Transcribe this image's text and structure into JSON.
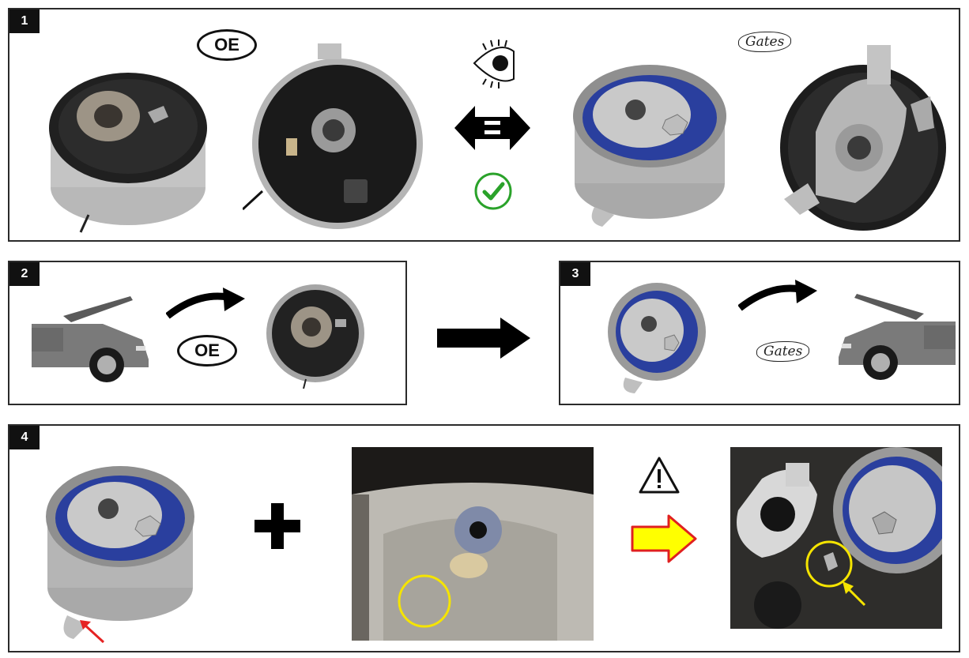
{
  "panels": [
    {
      "number": "1"
    },
    {
      "number": "2"
    },
    {
      "number": "3"
    },
    {
      "number": "4"
    }
  ],
  "badges": {
    "oe": "OE",
    "gates": "Gates"
  },
  "icons": {
    "eye": "eye-icon",
    "equal_arrow": "double-arrow-equal-icon",
    "check": "check-circle-icon",
    "right_arrow": "right-arrow-icon",
    "curved_arrow": "curved-arrow-icon",
    "plus": "plus-icon",
    "warning": "warning-triangle-icon",
    "yellow_arrow": "yellow-arrow-icon"
  },
  "colors": {
    "check_green": "#2aa22a",
    "warning_yellow": "#ffff00",
    "warning_red": "#e02020",
    "highlight_yellow": "#f5e400",
    "pointer_red": "#e52222",
    "tensioner_blue": "#2a3f9e"
  }
}
